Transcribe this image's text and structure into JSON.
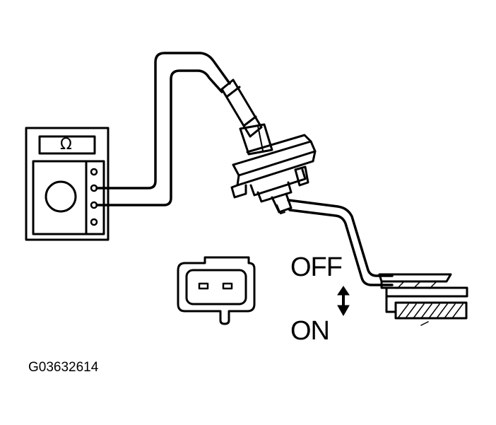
{
  "diagram": {
    "meter": {
      "icon": "ohmmeter-icon",
      "symbol": "Ω"
    },
    "switch_states": {
      "off_label": "OFF",
      "on_label": "ON",
      "arrow_icon": "double-arrow-icon"
    },
    "figure_code": "G03632614",
    "colors": {
      "ink": "#000000",
      "paper": "#ffffff"
    }
  }
}
